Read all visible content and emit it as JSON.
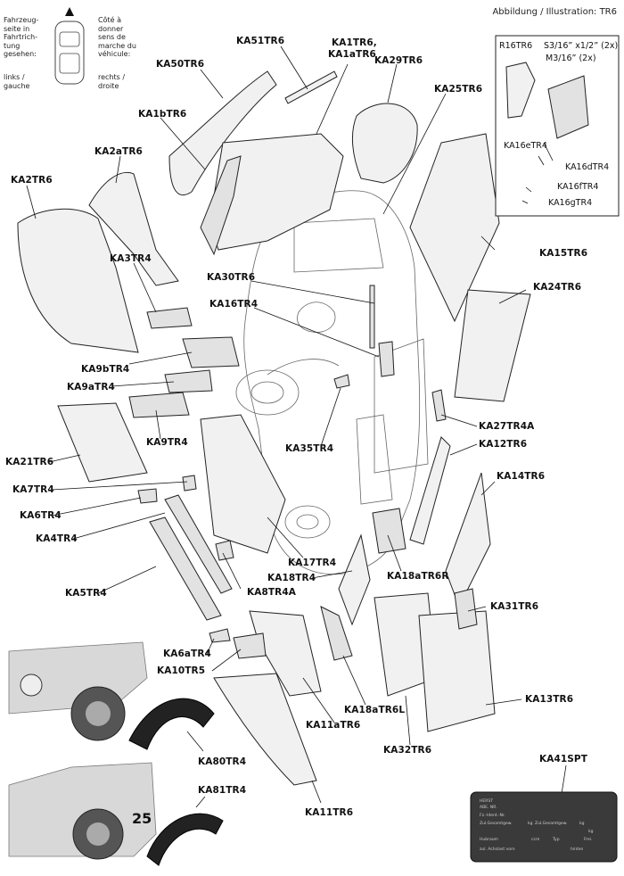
{
  "header": {
    "illustration": "Abbildung / Illustration: TR6"
  },
  "orientation": {
    "de_note": "Fahrzeug-\nseite in\nFahrtrich-\ntung\ngesehen:",
    "de_sides": "links /\ngauche",
    "fr_note": "Côté à\ndonner\nsens de\nmarche du\nvéhicule:",
    "fr_sides": "rechts /\ndroite"
  },
  "parts": [
    {
      "code": "KA51TR6"
    },
    {
      "code": "KA1TR6,"
    },
    {
      "code": "KA1aTR6"
    },
    {
      "code": "KA50TR6"
    },
    {
      "code": "KA29TR6"
    },
    {
      "code": "KA25TR6"
    },
    {
      "code": "KA1bTR6"
    },
    {
      "code": "KA2aTR6"
    },
    {
      "code": "KA2TR6"
    },
    {
      "code": "KA3TR4"
    },
    {
      "code": "KA15TR6"
    },
    {
      "code": "KA30TR6"
    },
    {
      "code": "KA24TR6"
    },
    {
      "code": "KA16TR4"
    },
    {
      "code": "KA9bTR4"
    },
    {
      "code": "KA9aTR4"
    },
    {
      "code": "KA9TR4"
    },
    {
      "code": "KA27TR4A"
    },
    {
      "code": "KA12TR6"
    },
    {
      "code": "KA35TR4"
    },
    {
      "code": "KA21TR6"
    },
    {
      "code": "KA14TR6"
    },
    {
      "code": "KA7TR4"
    },
    {
      "code": "KA6TR4"
    },
    {
      "code": "KA4TR4"
    },
    {
      "code": "KA17TR4"
    },
    {
      "code": "KA18TR4"
    },
    {
      "code": "KA18aTR6R"
    },
    {
      "code": "KA5TR4"
    },
    {
      "code": "KA8TR4A"
    },
    {
      "code": "KA31TR6"
    },
    {
      "code": "KA6aTR4"
    },
    {
      "code": "KA10TR5"
    },
    {
      "code": "KA13TR6"
    },
    {
      "code": "KA18aTR6L"
    },
    {
      "code": "KA11aTR6"
    },
    {
      "code": "KA32TR6"
    },
    {
      "code": "KA80TR4"
    },
    {
      "code": "KA41SPT"
    },
    {
      "code": "KA81TR4"
    },
    {
      "code": "KA11TR6"
    }
  ],
  "inset": {
    "labels": [
      "R16TR6",
      "S3/16” x1/2” (2x)",
      "M3/16” (2x)",
      "KA16eTR4",
      "KA16dTR4",
      "KA16fTR4",
      "KA16gTR4"
    ]
  },
  "plate": {
    "lines": [
      "HERST",
      "ABE. NR.",
      "Fz.-Ident.-Nr.",
      "Zul.Gesamtgew.",
      "Zul.Gesamtgew.",
      "Hubraum",
      "zul. Achslast vorn"
    ],
    "units": [
      "kg",
      "kg",
      "ccm",
      "kg"
    ],
    "extras": [
      "Typ",
      "Frei.",
      "hinten"
    ]
  },
  "photos": {
    "racing_number": "25"
  }
}
